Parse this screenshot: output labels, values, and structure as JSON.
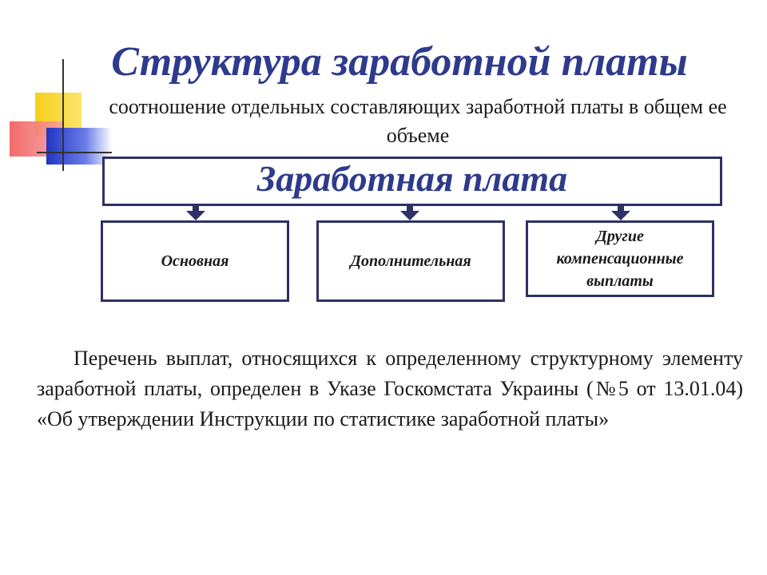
{
  "title": "Структура заработной платы",
  "subtitle": "соотношение отдельных составляющих заработной платы в общем ее объеме",
  "diagram": {
    "root": "Заработная плата",
    "children": [
      "Основная",
      "Дополнительная",
      "Другие компенсационные выплаты"
    ]
  },
  "paragraph": "Перечень выплат, относящихся к определенному структурному элементу заработной платы, определен в Указе Госкомстата Украины (№5 от 13.01.04) «Об утверждении Инструкции по статистике заработной платы»",
  "colors": {
    "title": "#2e3a8c",
    "border": "#2e3166",
    "deco_yellow": "#f6cf1b",
    "deco_red": "#f15a5a",
    "deco_blue": "#2235c4"
  }
}
